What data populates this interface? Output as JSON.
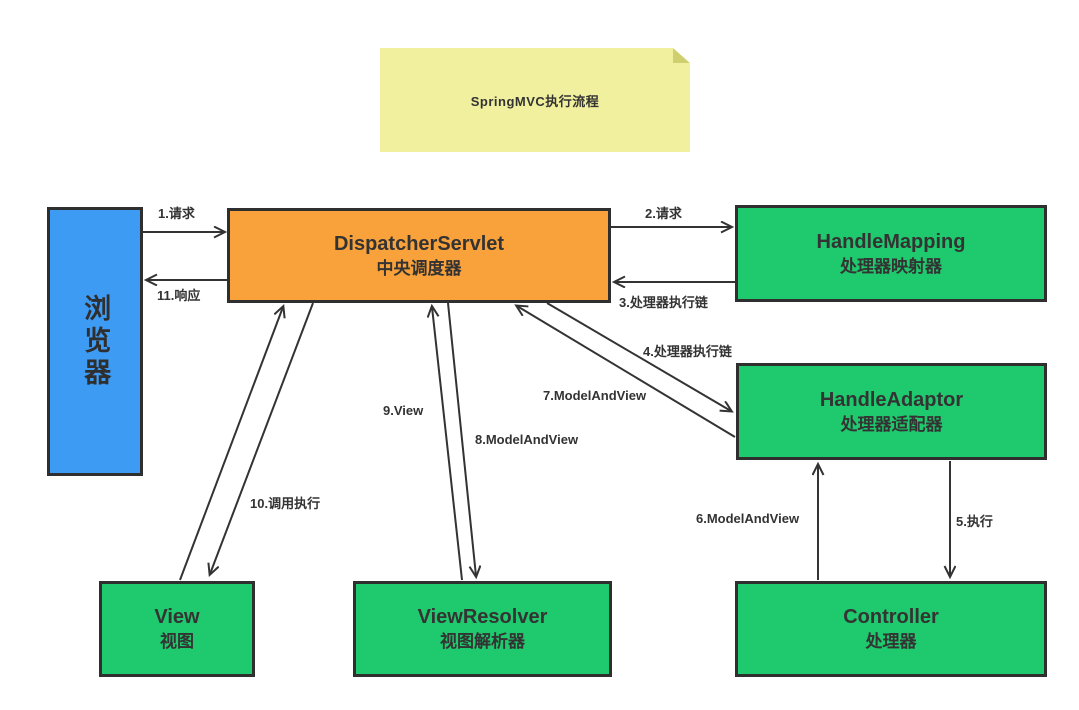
{
  "note": {
    "title": "SpringMVC执行流程"
  },
  "nodes": {
    "browser": {
      "label": "浏览器"
    },
    "dispatcher": {
      "en": "DispatcherServlet",
      "zh": "中央调度器"
    },
    "handle_mapping": {
      "en": "HandleMapping",
      "zh": "处理器映射器"
    },
    "handle_adaptor": {
      "en": "HandleAdaptor",
      "zh": "处理器适配器"
    },
    "controller": {
      "en": "Controller",
      "zh": "处理器"
    },
    "view_resolver": {
      "en": "ViewResolver",
      "zh": "视图解析器"
    },
    "view": {
      "en": "View",
      "zh": "视图"
    }
  },
  "edges": {
    "e1": "1.请求",
    "e2": "2.请求",
    "e3": "3.处理器执行链",
    "e4": "4.处理器执行链",
    "e5": "5.执行",
    "e6": "6.ModelAndView",
    "e7": "7.ModelAndView",
    "e8": "8.ModelAndView",
    "e9": "9.View",
    "e10": "10.调用执行",
    "e11": "11.响应"
  },
  "colors": {
    "note_bg": "#f0f09e",
    "note_fold": "#cfcf70",
    "browser_bg": "#3e9bf4",
    "dispatcher_bg": "#f9a23c",
    "component_bg": "#1fc96d",
    "stroke": "#333333",
    "canvas_bg": "#ffffff"
  }
}
